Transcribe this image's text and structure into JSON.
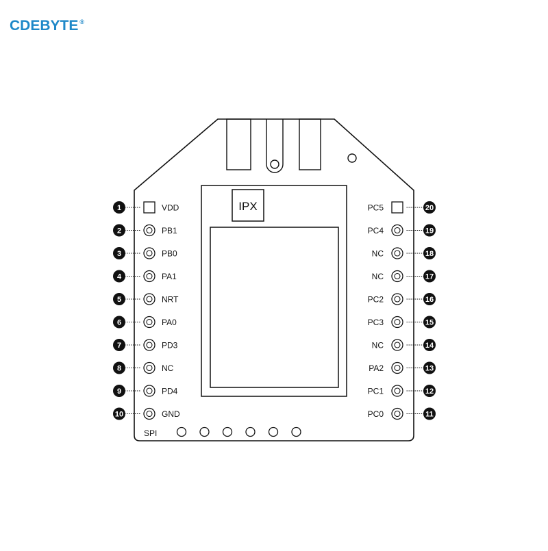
{
  "brand": {
    "name": "CDEBYTE",
    "mark": "®",
    "color": "#1e88c8"
  },
  "module": {
    "ipx_label": "IPX",
    "spi_label": "SPI",
    "spi_pad_count": 6,
    "left_pins": [
      {
        "number": "1",
        "label": "VDD",
        "pad": "square"
      },
      {
        "number": "2",
        "label": "PB1",
        "pad": "round"
      },
      {
        "number": "3",
        "label": "PB0",
        "pad": "round"
      },
      {
        "number": "4",
        "label": "PA1",
        "pad": "round"
      },
      {
        "number": "5",
        "label": "NRT",
        "pad": "round"
      },
      {
        "number": "6",
        "label": "PA0",
        "pad": "round"
      },
      {
        "number": "7",
        "label": "PD3",
        "pad": "round"
      },
      {
        "number": "8",
        "label": "NC",
        "pad": "round"
      },
      {
        "number": "9",
        "label": "PD4",
        "pad": "round"
      },
      {
        "number": "10",
        "label": "GND",
        "pad": "round"
      }
    ],
    "right_pins": [
      {
        "number": "20",
        "label": "PC5",
        "pad": "square"
      },
      {
        "number": "19",
        "label": "PC4",
        "pad": "round"
      },
      {
        "number": "18",
        "label": "NC",
        "pad": "round"
      },
      {
        "number": "17",
        "label": "NC",
        "pad": "round"
      },
      {
        "number": "16",
        "label": "PC2",
        "pad": "round"
      },
      {
        "number": "15",
        "label": "PC3",
        "pad": "round"
      },
      {
        "number": "14",
        "label": "NC",
        "pad": "round"
      },
      {
        "number": "13",
        "label": "PA2",
        "pad": "round"
      },
      {
        "number": "12",
        "label": "PC1",
        "pad": "round"
      },
      {
        "number": "11",
        "label": "PC0",
        "pad": "round"
      }
    ]
  }
}
